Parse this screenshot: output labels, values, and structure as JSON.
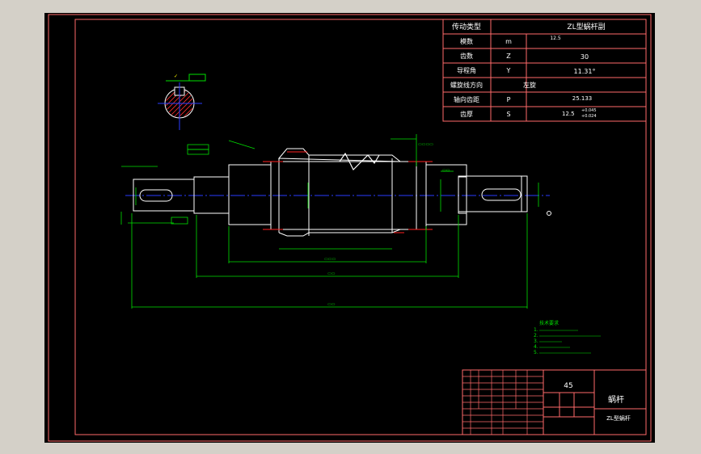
{
  "params_table": {
    "header_label": "传动类型",
    "header_value": "ZL型蜗杆副",
    "rows": [
      {
        "label": "模数",
        "symbol": "m",
        "value": "12.5"
      },
      {
        "label": "齿数",
        "symbol": "Z",
        "value": "30"
      },
      {
        "label": "导程角",
        "symbol": "Y",
        "value": "11.31°"
      },
      {
        "label": "螺旋线方向",
        "symbol": "",
        "value": "左旋"
      },
      {
        "label": "轴向齿距",
        "symbol": "P",
        "value": "25.133"
      },
      {
        "label": "齿厚",
        "symbol": "S",
        "value": "12.5"
      }
    ],
    "tolerance_upper": "+0.045",
    "tolerance_lower": "+0.024"
  },
  "technical_requirements": {
    "title": "技术要求",
    "lines": [
      "1.",
      "2.",
      "3.",
      "4.",
      "5."
    ]
  },
  "title_block": {
    "material": "45",
    "part_name": "蜗杆",
    "drawing_number": "ZL型蜗杆"
  },
  "colors": {
    "frame": "#ff6a6a",
    "outline": "#ffffff",
    "dimension": "#00e000",
    "centerline": "#2a3cff",
    "hidden": "#ff2020"
  }
}
